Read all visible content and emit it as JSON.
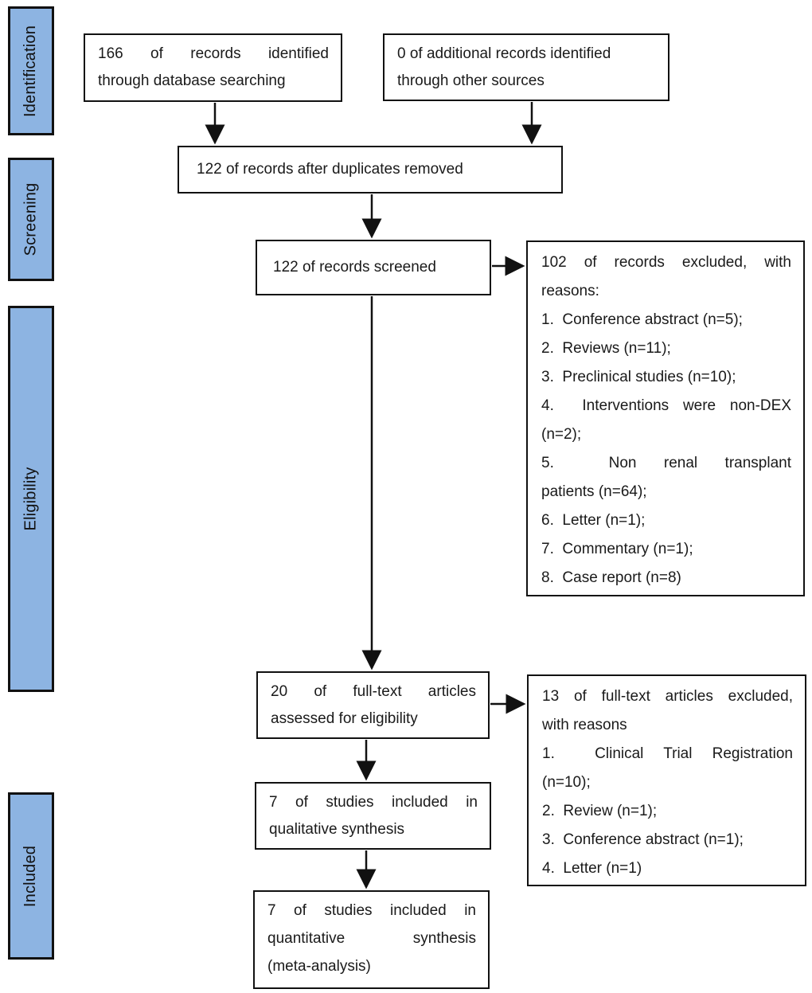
{
  "diagram": {
    "type": "prisma-flow",
    "colors": {
      "stage_fill": "#8DB4E2",
      "stage_border": "#111111",
      "box_border": "#111111",
      "arrow": "#111111",
      "text": "#1a1a1a"
    }
  },
  "stages": [
    {
      "label": "Identification"
    },
    {
      "label": "Screening"
    },
    {
      "label": "Eligibility"
    },
    {
      "label": "Included"
    }
  ],
  "boxes": {
    "records_identified": {
      "lines": [
        {
          "text": "166 of records identified",
          "stretch": true
        },
        {
          "text": "through database searching",
          "stretch": false
        }
      ]
    },
    "additional_records": {
      "lines": [
        {
          "text": "0 of additional records identified",
          "stretch": false
        },
        {
          "text": "through other sources",
          "stretch": false
        }
      ]
    },
    "after_duplicates": {
      "lines": [
        {
          "text": "122 of records after duplicates removed",
          "stretch": false
        }
      ]
    },
    "records_screened": {
      "lines": [
        {
          "text": "122 of records screened",
          "stretch": false
        }
      ]
    },
    "records_excluded": {
      "lines": [
        {
          "text": "102 of records excluded, with",
          "stretch": true
        },
        {
          "text": "reasons:",
          "stretch": false
        },
        {
          "text": "1.  Conference abstract (n=5);",
          "stretch": false
        },
        {
          "text": "2.  Reviews (n=11);",
          "stretch": false
        },
        {
          "text": "3.  Preclinical studies (n=10);",
          "stretch": false
        },
        {
          "text": "4.  Interventions were non-DEX",
          "stretch": true
        },
        {
          "text": "(n=2);",
          "stretch": false
        },
        {
          "text": "5.  Non renal transplant",
          "stretch": true
        },
        {
          "text": "patients (n=64);",
          "stretch": false
        },
        {
          "text": "6.  Letter (n=1);",
          "stretch": false
        },
        {
          "text": "7.  Commentary (n=1);",
          "stretch": false
        },
        {
          "text": "8.  Case report (n=8)",
          "stretch": false
        }
      ]
    },
    "fulltext_assessed": {
      "lines": [
        {
          "text": "20 of full-text articles",
          "stretch": true
        },
        {
          "text": "assessed for eligibility",
          "stretch": false
        }
      ]
    },
    "fulltext_excluded": {
      "lines": [
        {
          "text": "13 of full-text articles excluded,",
          "stretch": true
        },
        {
          "text": "with reasons",
          "stretch": false
        },
        {
          "text": "1.  Clinical Trial Registration",
          "stretch": true
        },
        {
          "text": "(n=10);",
          "stretch": false
        },
        {
          "text": "2.  Review (n=1);",
          "stretch": false
        },
        {
          "text": "3.  Conference abstract (n=1);",
          "stretch": false
        },
        {
          "text": "4.  Letter (n=1)",
          "stretch": false
        }
      ]
    },
    "qualitative_synthesis": {
      "lines": [
        {
          "text": "7 of studies included in",
          "stretch": true
        },
        {
          "text": "qualitative synthesis",
          "stretch": false
        }
      ]
    },
    "quantitative_synthesis": {
      "lines": [
        {
          "text": "7 of studies included in",
          "stretch": true
        },
        {
          "text": "quantitative synthesis",
          "stretch": true
        },
        {
          "text": "(meta-analysis)",
          "stretch": false
        }
      ]
    }
  }
}
